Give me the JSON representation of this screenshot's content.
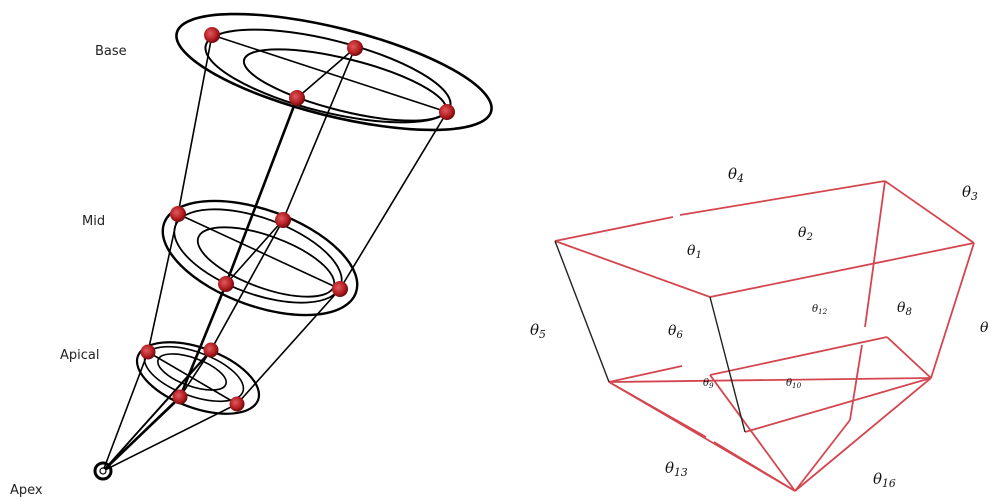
{
  "left_panel": {
    "labels": {
      "base": "Base",
      "mid": "Mid",
      "apical": "Apical",
      "apex": "Apex"
    },
    "marker_color": "#b01a1e"
  },
  "right_panel": {
    "edge_color": "#d4464f",
    "angles": {
      "t4": {
        "sym": "θ",
        "sub": "4"
      },
      "t3": {
        "sym": "θ",
        "sub": "3"
      },
      "t2": {
        "sym": "θ",
        "sub": "2"
      },
      "t1": {
        "sym": "θ",
        "sub": "1"
      },
      "t5": {
        "sym": "θ",
        "sub": "5"
      },
      "t6": {
        "sym": "θ",
        "sub": "6"
      },
      "t12": {
        "sym": "θ",
        "sub": "12"
      },
      "t8": {
        "sym": "θ",
        "sub": "8"
      },
      "t7": {
        "sym": "θ",
        "sub": ""
      },
      "t9": {
        "sym": "θ",
        "sub": "9"
      },
      "t10": {
        "sym": "θ",
        "sub": "10"
      },
      "t13": {
        "sym": "θ",
        "sub": "13"
      },
      "t16": {
        "sym": "θ",
        "sub": "16"
      }
    }
  }
}
